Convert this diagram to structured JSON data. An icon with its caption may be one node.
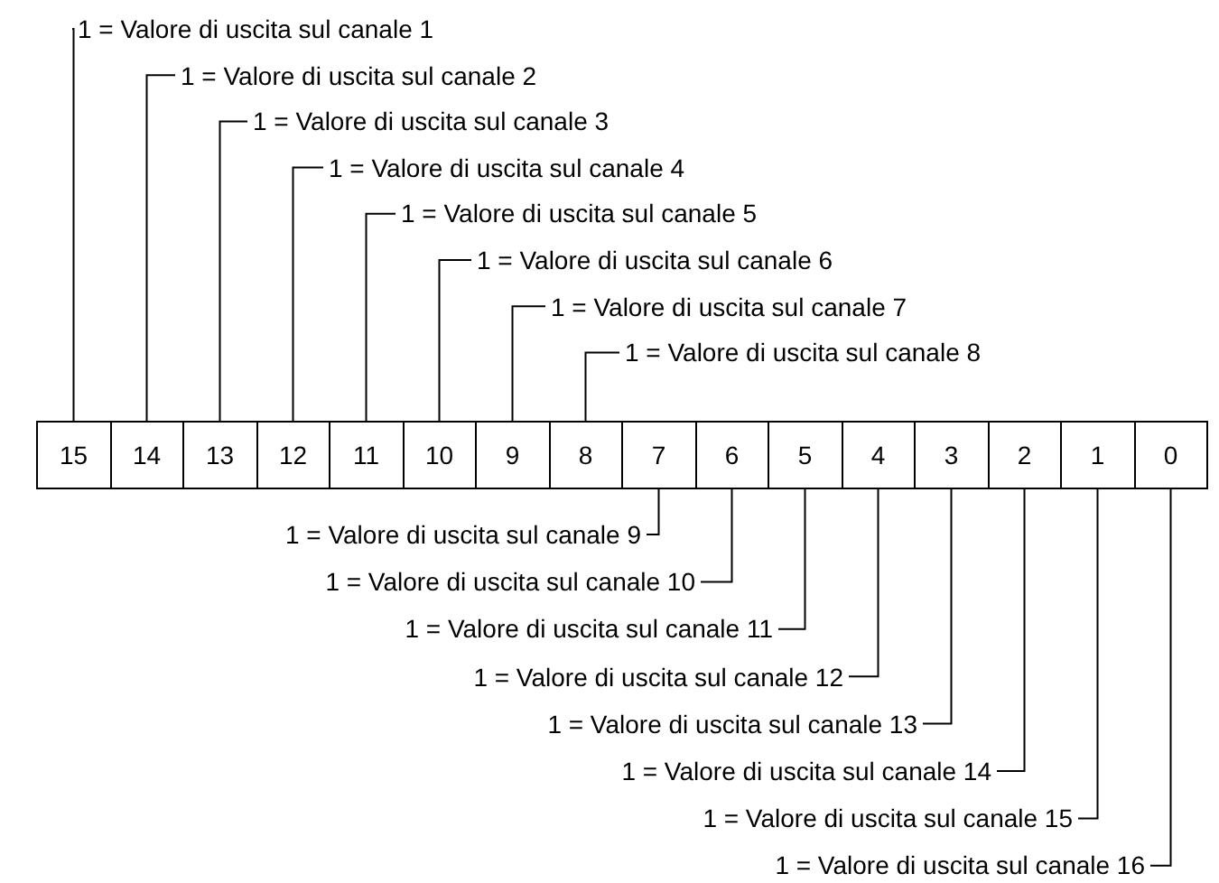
{
  "diagram": {
    "nodes": [
      {
        "text": [
          "1 = Valore di uscita sul canale 1"
        ]
      },
      {
        "text": [
          "1 = Valore di uscita sul canale 2"
        ]
      },
      {
        "text": [
          "1 = Valore di uscita sul canale 3"
        ]
      },
      {
        "text": [
          "1 = Valore di uscita sul canale 4"
        ]
      },
      {
        "text": [
          "1 = Valore di uscita sul canale 5"
        ]
      },
      {
        "text": [
          "1 = Valore di uscita sul canale 6"
        ]
      },
      {
        "text": [
          "1 = Valore di uscita sul canale 7"
        ]
      },
      {
        "text": [
          "1 = Valore di uscita sul canale 8"
        ]
      },
      {
        "text": [
          "15"
        ]
      },
      {
        "text": [
          "14"
        ]
      },
      {
        "text": [
          "13"
        ]
      },
      {
        "text": [
          "12"
        ]
      },
      {
        "text": [
          "11"
        ]
      },
      {
        "text": [
          "10"
        ]
      },
      {
        "text": [
          "9"
        ]
      },
      {
        "text": [
          "8"
        ]
      },
      {
        "text": [
          "7"
        ]
      },
      {
        "text": [
          "6"
        ]
      },
      {
        "text": [
          "5"
        ]
      },
      {
        "text": [
          "4"
        ]
      },
      {
        "text": [
          "3"
        ]
      },
      {
        "text": [
          "2"
        ]
      },
      {
        "text": [
          "1"
        ]
      },
      {
        "text": [
          "0"
        ]
      },
      {
        "text": [
          "1 = Valore di uscita sul canale 9"
        ]
      },
      {
        "text": [
          "1 = Valore di uscita sul canale 10"
        ]
      },
      {
        "text": [
          "1 = Valore di uscita sul canale 11"
        ]
      },
      {
        "text": [
          "1 = Valore di uscita sul canale 12"
        ]
      },
      {
        "text": [
          "1 = Valore di uscita sul canale 13"
        ]
      },
      {
        "text": [
          "1 = Valore di uscita sul canale 14"
        ]
      },
      {
        "text": [
          "1 = Valore di uscita sul canale 15"
        ]
      },
      {
        "text": [
          "1 = Valore di uscita sul canale 16"
        ]
      }
    ],
    "edges": [
      {
        "from": 0,
        "to": 8,
        "arrow": "none"
      },
      {
        "from": 1,
        "to": 9,
        "arrow": "none"
      },
      {
        "from": 2,
        "to": 10,
        "arrow": "none"
      },
      {
        "from": 3,
        "to": 11,
        "arrow": "none"
      },
      {
        "from": 4,
        "to": 12,
        "arrow": "none"
      },
      {
        "from": 5,
        "to": 13,
        "arrow": "none"
      },
      {
        "from": 6,
        "to": 14,
        "arrow": "none"
      },
      {
        "from": 7,
        "to": 15,
        "arrow": "none"
      },
      {
        "from": 24,
        "to": 16,
        "arrow": "none"
      },
      {
        "from": 25,
        "to": 17,
        "arrow": "none"
      },
      {
        "from": 26,
        "to": 18,
        "arrow": "none"
      },
      {
        "from": 27,
        "to": 19,
        "arrow": "none"
      },
      {
        "from": 28,
        "to": 20,
        "arrow": "none"
      },
      {
        "from": 29,
        "to": 21,
        "arrow": "none"
      },
      {
        "from": 30,
        "to": 22,
        "arrow": "none"
      },
      {
        "from": 31,
        "to": 23,
        "arrow": "none"
      }
    ]
  }
}
